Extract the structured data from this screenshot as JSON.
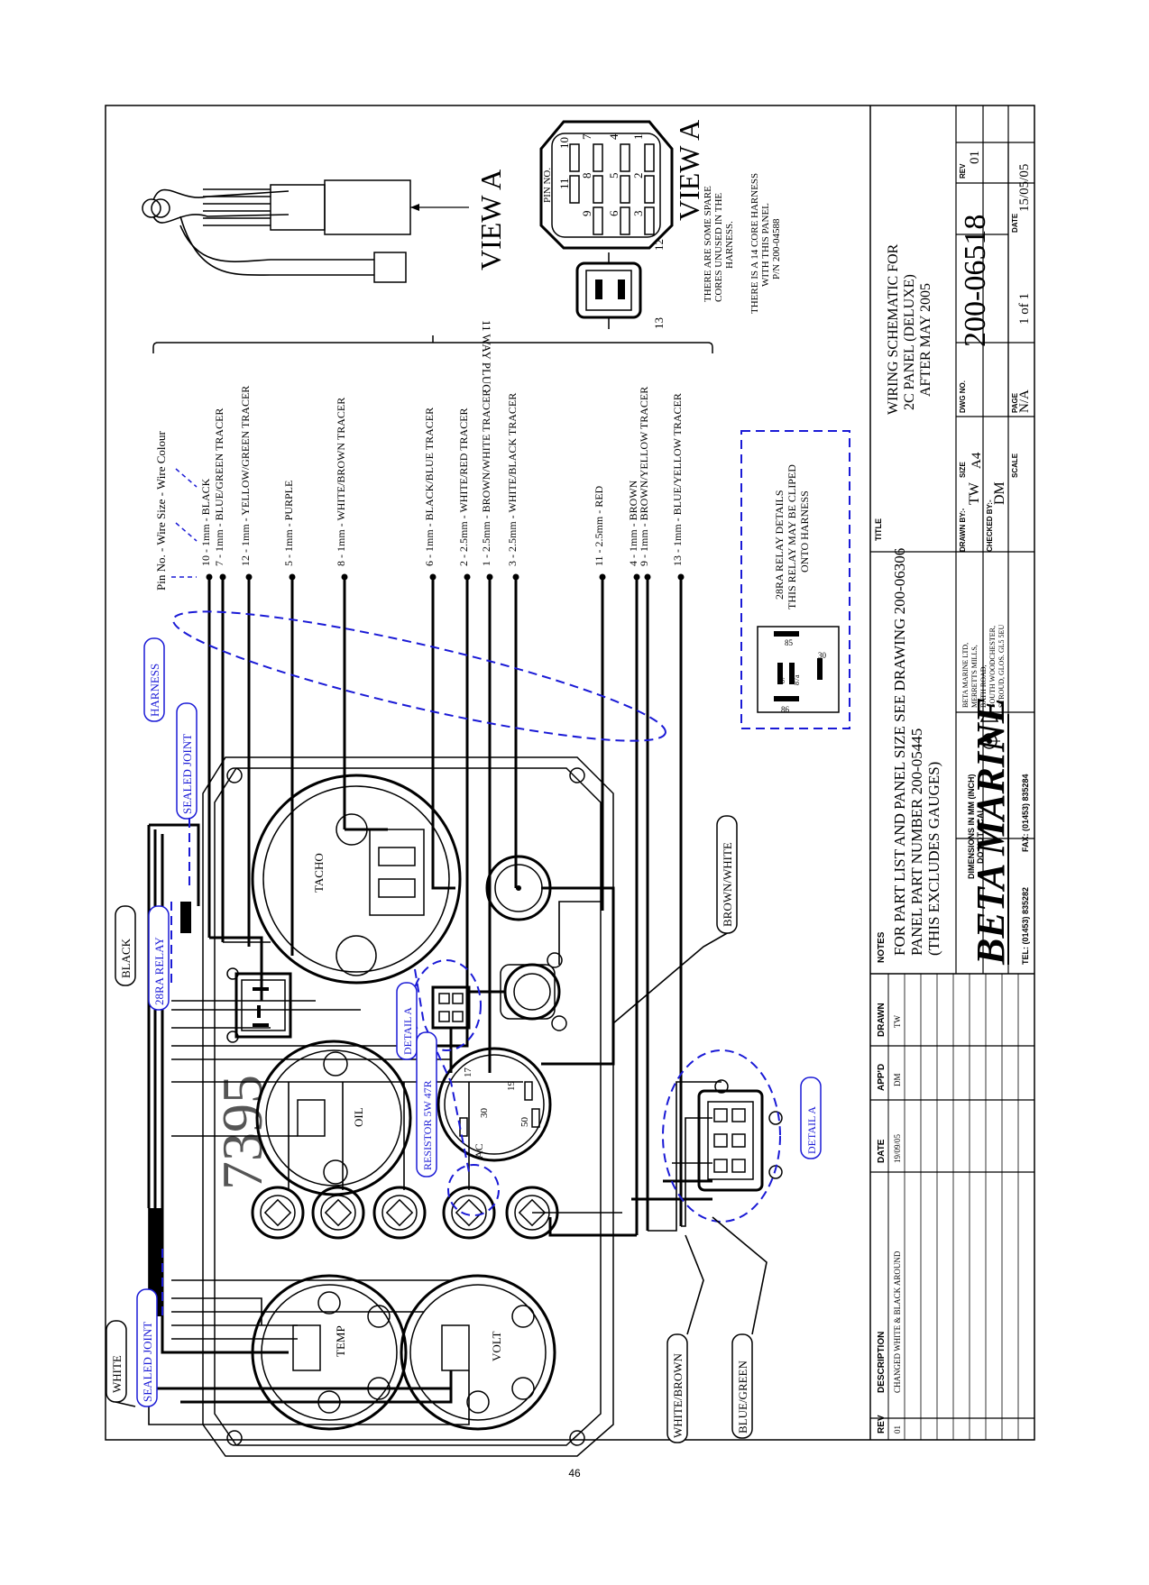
{
  "page_number": "46",
  "wire_header": "Pin No. - Wire Size - Wire Colour",
  "plug_label": "11 WAY PLUG",
  "wires": [
    {
      "label": "10 - 1mm - BLACK"
    },
    {
      "label": "7 - 1mm - BLUE/GREEN TRACER"
    },
    {
      "label": "12 - 1mm - YELLOW/GREEN TRACER"
    },
    {
      "label": "5 - 1mm - PURPLE"
    },
    {
      "label": "8 - 1mm - WHITE/BROWN TRACER"
    },
    {
      "label": "6 - 1mm - BLACK/BLUE TRACER"
    },
    {
      "label": "2 - 2.5mm - WHITE/RED TRACER"
    },
    {
      "label": "1 - 2.5mm - BROWN/WHITE TRACER"
    },
    {
      "label": "3 - 2.5mm - WHITE/BLACK TRACER"
    },
    {
      "label": "11 - 2.5mm - RED"
    },
    {
      "label": "4 - 1mm - BROWN"
    },
    {
      "label": "9 - 1mm - BROWN/YELLOW TRACER"
    },
    {
      "label": "13 - 1mm - BLUE/YELLOW TRACER"
    }
  ],
  "view_a": {
    "title_top": "VIEW A",
    "title_right": "VIEW A",
    "pin_label": "PIN NO.",
    "pins": [
      "11",
      "10",
      "9",
      "8",
      "7",
      "6",
      "5",
      "4",
      "3",
      "2",
      "1"
    ],
    "pin_12": "12",
    "pin_13": "13",
    "note_1": [
      "THERE ARE SOME SPARE",
      "CORES UNUSED IN THE",
      "HARNESS."
    ],
    "note_2": [
      "THERE IS A 14 CORE HARNESS",
      "WITH THIS PANEL",
      "P/N 200-04588"
    ]
  },
  "relay_details": {
    "lines": [
      "28RA RELAY DETAILS",
      "THIS RELAY MAY BE CLIPED",
      "ONTO HARNESS"
    ],
    "pins": [
      "85",
      "87",
      "87a",
      "30",
      "86"
    ]
  },
  "callouts": {
    "harness": "HARNESS",
    "sealed_joint_1": "SEALED JOINT",
    "black": "BLACK",
    "relay_28ra": "28RA RELAY",
    "white": "WHITE",
    "sealed_joint_2": "SEALED JOINT",
    "white_brown": "WHITE/BROWN",
    "blue_green": "BLUE/GREEN",
    "brown_white": "BROWN/WHITE",
    "detail_a_1": "DETAIL A",
    "detail_a_2": "DETAIL A",
    "resistor": "RESISTOR 5W 47R"
  },
  "gauges": {
    "tacho": "TACHO",
    "oil": "OIL",
    "temp": "TEMP",
    "volt": "VOLT",
    "panel_number": "7395"
  },
  "switch_terminals": [
    "AC",
    "30",
    "17",
    "19",
    "50"
  ],
  "notes": {
    "heading": "NOTES",
    "lines": [
      "FOR PART LIST AND PANEL SIZE SEE DRAWING 200-06306",
      "PANEL PART NUMBER 200-05445",
      "(THIS EXCLUDES GAUGES)"
    ]
  },
  "revision_table": {
    "headers": [
      "REV",
      "DESCRIPTION",
      "DATE",
      "APP'D",
      "DRAWN"
    ],
    "rows": [
      [
        "01",
        "CHANGED WHITE & BLACK AROUND",
        "19/09/05",
        "DM",
        "TW"
      ]
    ]
  },
  "title_block": {
    "title_heading": "TITLE",
    "title_lines": [
      "WIRING SCHEMATIC FOR",
      "2C PANEL (DELUXE)",
      "AFTER MAY 2005"
    ],
    "company_logo": "BETA MARINE",
    "dimensions_note": [
      "DIMENSIONS IN MM (INCH)",
      "DO NOT SCALE"
    ],
    "address": [
      "BETA MARINE LTD,",
      "MERRETTS MILLS,",
      "BATH ROAD,",
      "SOUTH WOODCHESTER,",
      "STROUD, GLOS. GL5 5EU"
    ],
    "tel": "TEL: (01453) 835282",
    "fax": "FAX: (01453) 835284",
    "drawn_by_label": "DRAWN BY:-",
    "drawn_by": "TW",
    "checked_by_label": "CHECKED BY:-",
    "checked_by": "DM",
    "size_label": "SIZE",
    "size": "A4",
    "dwg_no_label": "DWG NO.",
    "dwg_no": "200-06518",
    "scale_label": "SCALE",
    "scale": "N/A",
    "page_label": "PAGE",
    "page": "1 of 1",
    "date_label": "DATE",
    "date": "15/05/05",
    "rev_label": "REV",
    "rev": "01"
  }
}
